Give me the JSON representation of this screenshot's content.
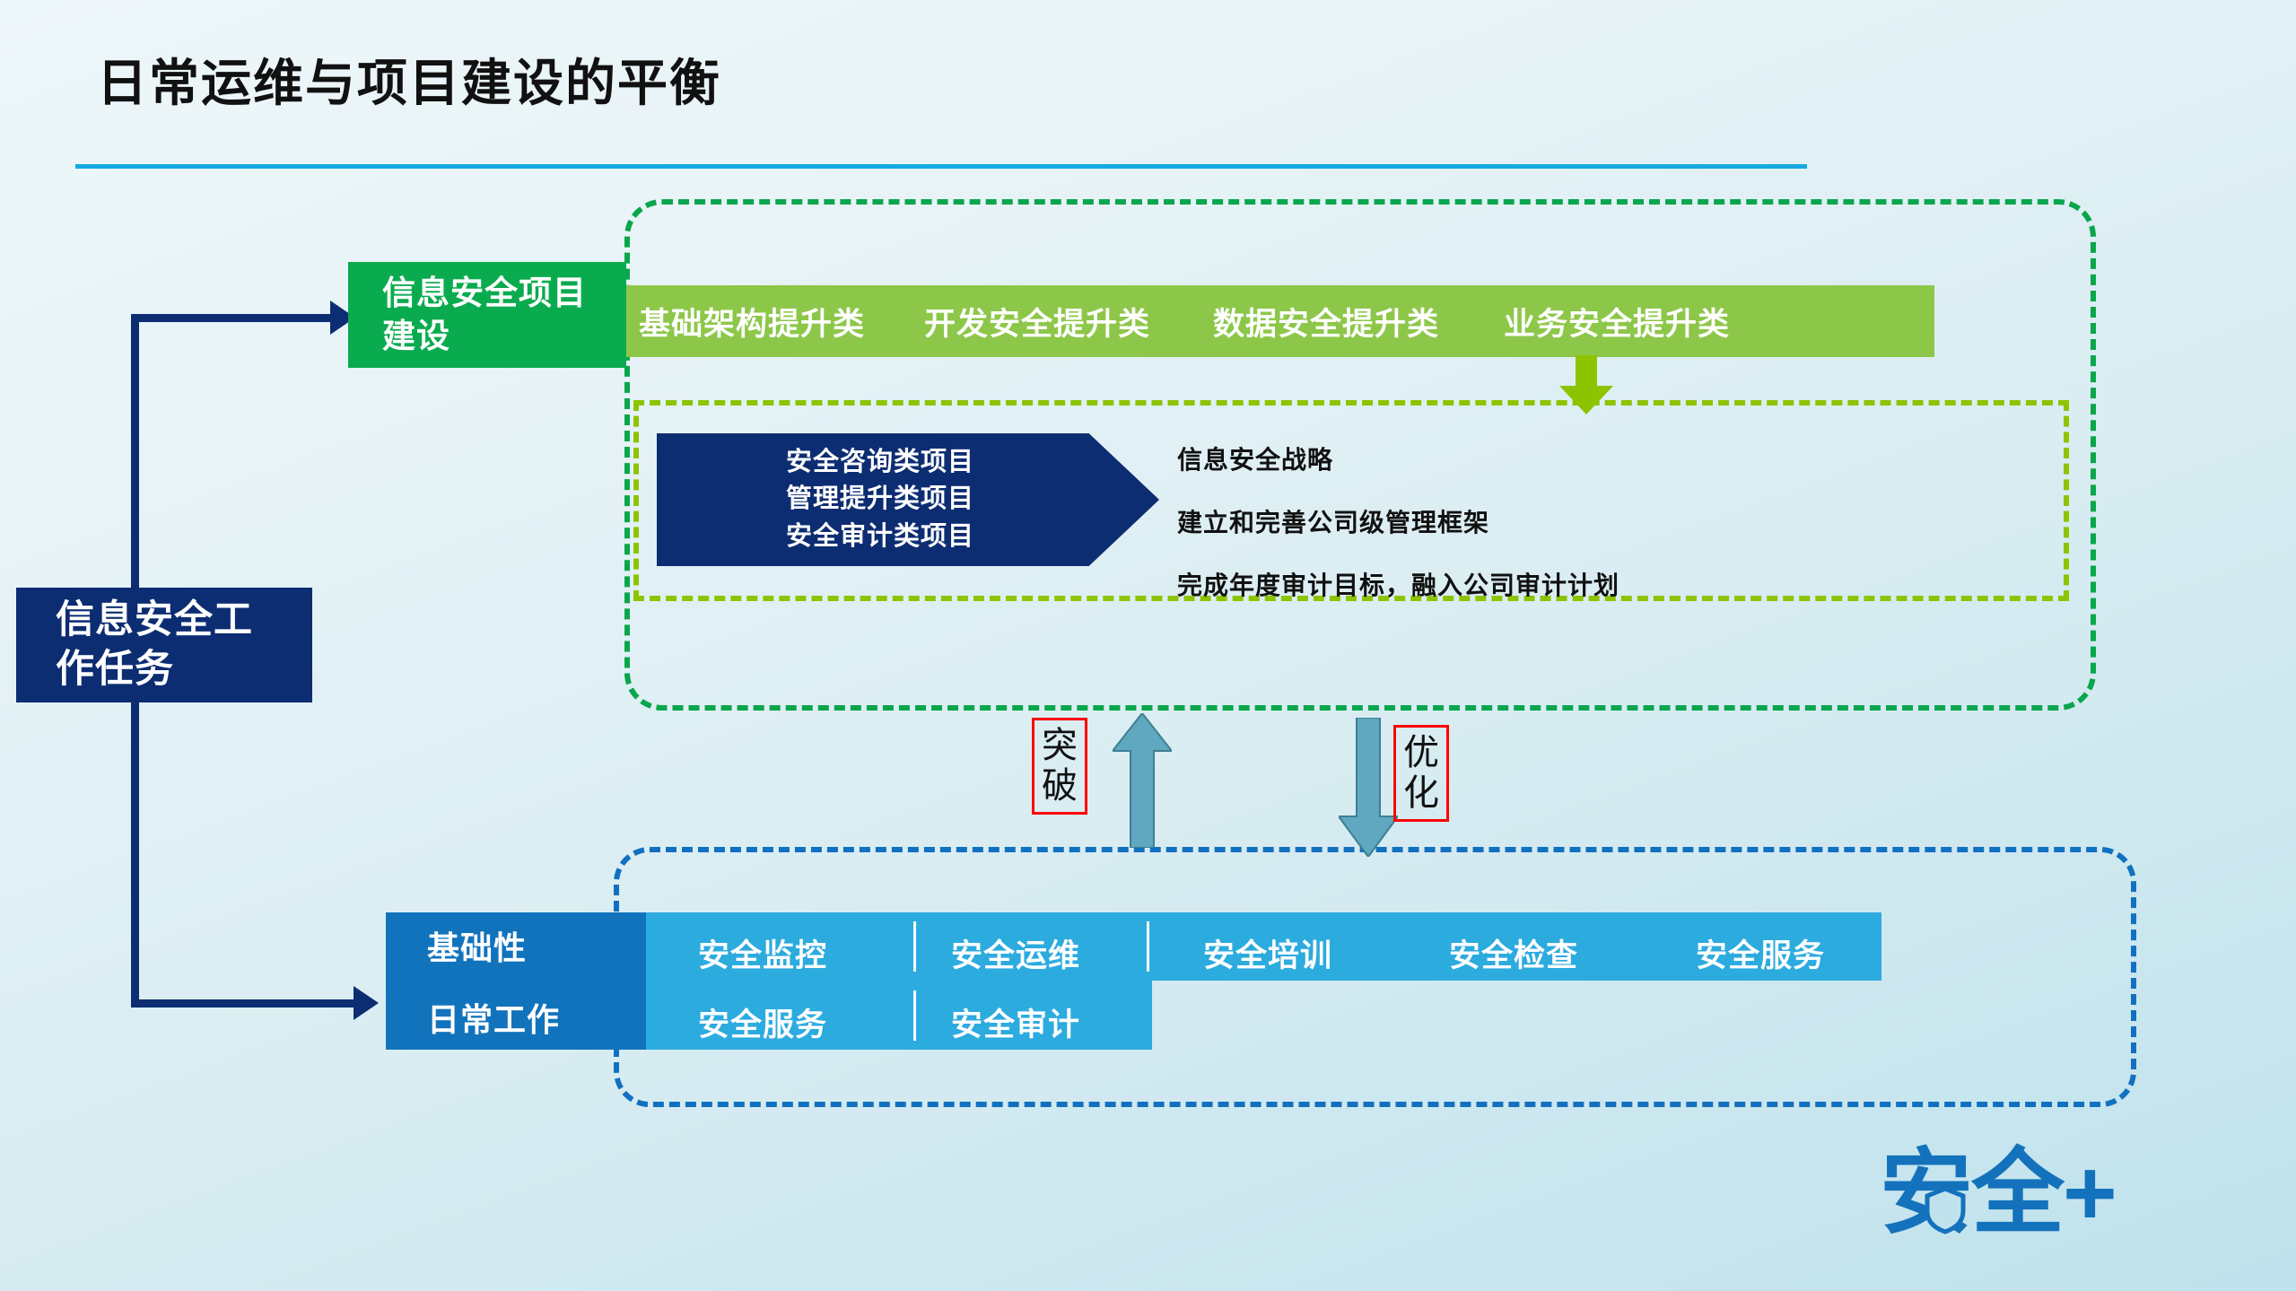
{
  "slide": {
    "title": "日常运维与项目建设的平衡"
  },
  "left": {
    "task_box": {
      "line1": "信息安全工",
      "line2": "作任务"
    }
  },
  "projects": {
    "box": {
      "line1": "信息安全项目",
      "line2": "建设"
    },
    "categories": [
      {
        "label": "基础架构提升类"
      },
      {
        "label": "开发安全提升类"
      },
      {
        "label": "数据安全提升类"
      },
      {
        "label": "业务安全提升类"
      }
    ],
    "chevron": {
      "line1": "安全咨询类项目",
      "line2": "管理提升类项目",
      "line3": "安全审计类项目"
    },
    "descriptions": [
      {
        "text": "信息安全战略"
      },
      {
        "text": "建立和完善公司级管理框架"
      },
      {
        "text": "完成年度审计目标，融入公司审计计划"
      }
    ]
  },
  "middle": {
    "up_label": "突破",
    "down_label": "优化"
  },
  "daily": {
    "box": {
      "line1": "基础性",
      "line2": "日常工作"
    },
    "items_row1": [
      {
        "label": "安全监控"
      },
      {
        "label": "安全运维"
      },
      {
        "label": "安全培训"
      },
      {
        "label": "安全检查"
      },
      {
        "label": "安全服务"
      }
    ],
    "items_row2": [
      {
        "label": "安全服务"
      },
      {
        "label": "安全审计"
      }
    ]
  },
  "logo": {
    "text": "安全+"
  },
  "colors": {
    "navy": "#0d2d72",
    "green": "#0aab4f",
    "light_green": "#8dc749",
    "yellow_green": "#8dc400",
    "blue": "#1273bd",
    "light_blue": "#2cabdf",
    "cyan_rule": "#14a9e0",
    "red_outline": "#ff0000",
    "arrow_teal": "#56a8bd"
  }
}
